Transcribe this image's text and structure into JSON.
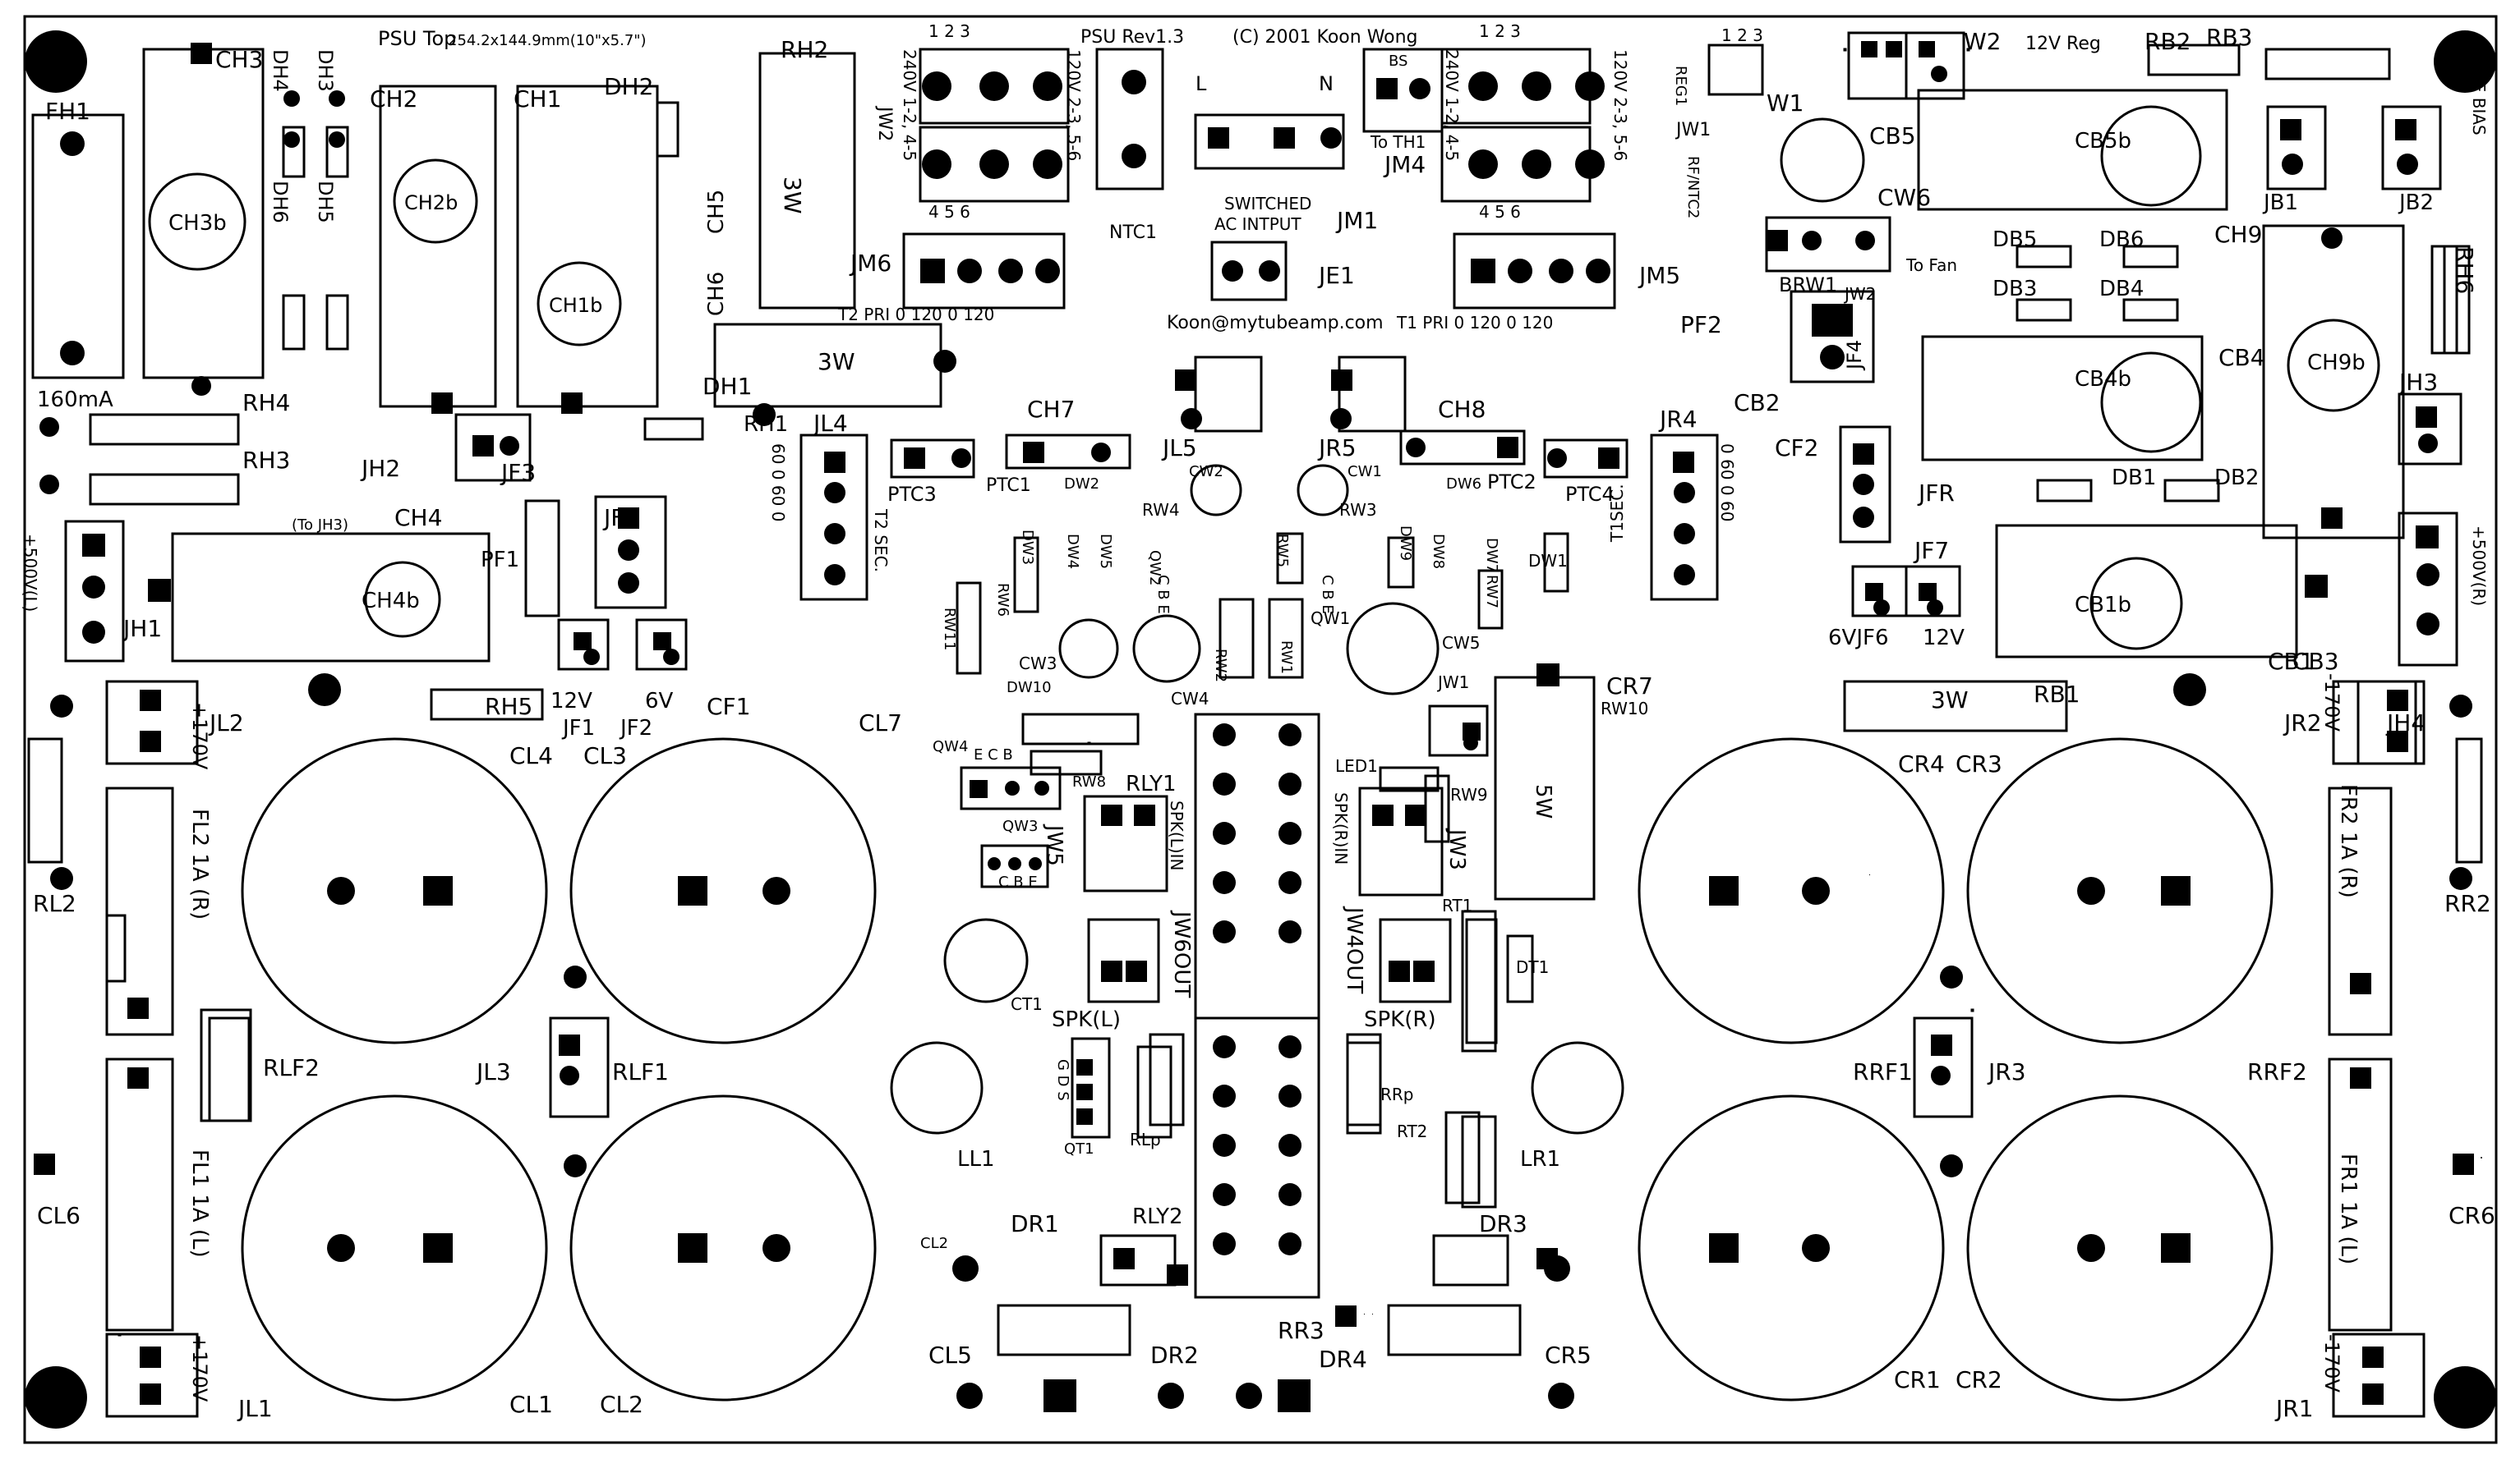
{
  "header": {
    "title": "PSU Top",
    "dimensions": "254.2x144.9mm(10\"x5.7\")",
    "revision": "PSU Rev1.3",
    "copyright": "(C) 2001 Koon Wong",
    "email": "Koon@mytubeamp.com"
  },
  "labels": [
    {
      "id": "fh1",
      "text": "FH1"
    },
    {
      "id": "fh1-rating",
      "text": "160mA"
    },
    {
      "id": "ch3",
      "text": "CH3"
    },
    {
      "id": "ch3b",
      "text": "CH3b"
    },
    {
      "id": "ch2",
      "text": "CH2"
    },
    {
      "id": "ch2b",
      "text": "CH2b"
    },
    {
      "id": "ch1",
      "text": "CH1"
    },
    {
      "id": "ch1b",
      "text": "CH1b"
    },
    {
      "id": "dh4",
      "text": "DH4"
    },
    {
      "id": "dh3",
      "text": "DH3"
    },
    {
      "id": "dh6",
      "text": "DH6"
    },
    {
      "id": "dh5",
      "text": "DH5"
    },
    {
      "id": "dh2",
      "text": "DH2"
    },
    {
      "id": "dh1",
      "text": "DH1"
    },
    {
      "id": "rh2",
      "text": "RH2"
    },
    {
      "id": "rh2-w",
      "text": "3W"
    },
    {
      "id": "ch5",
      "text": "CH5"
    },
    {
      "id": "ch6",
      "text": "CH6"
    },
    {
      "id": "rh4",
      "text": "RH4"
    },
    {
      "id": "rh3",
      "text": "RH3"
    },
    {
      "id": "rh1",
      "text": "RH1"
    },
    {
      "id": "rh5",
      "text": "RH5"
    },
    {
      "id": "jh2",
      "text": "JH2"
    },
    {
      "id": "jf3",
      "text": "JF3"
    },
    {
      "id": "jfl",
      "text": "JFL"
    },
    {
      "id": "to-jh3",
      "text": "(To JH3)"
    },
    {
      "id": "ch4-l",
      "text": "CH4"
    },
    {
      "id": "ch4b-l",
      "text": "CH4b"
    },
    {
      "id": "pf1",
      "text": "PF1"
    },
    {
      "id": "jh1",
      "text": "JH1"
    },
    {
      "id": "jh1-v",
      "text": "+500V(L)"
    },
    {
      "id": "jf1",
      "text": "JF1"
    },
    {
      "id": "jf2",
      "text": "JF2"
    },
    {
      "id": "v12-l",
      "text": "12V"
    },
    {
      "id": "v6-l",
      "text": "6V"
    },
    {
      "id": "cf1",
      "text": "CF1"
    },
    {
      "id": "cl7",
      "text": "CL7"
    },
    {
      "id": "jl4",
      "text": "JL4"
    },
    {
      "id": "t2sec",
      "text": "T2 SEC."
    },
    {
      "id": "ptc3",
      "text": "PTC3"
    },
    {
      "id": "ptc1",
      "text": "PTC1"
    },
    {
      "id": "jl2",
      "text": "JL2"
    },
    {
      "id": "jl2-v",
      "text": "+170V"
    },
    {
      "id": "cl4",
      "text": "CL4"
    },
    {
      "id": "cl3",
      "text": "CL3"
    },
    {
      "id": "rl2",
      "text": "RL2"
    },
    {
      "id": "fl2",
      "text": "FL2 1A (R)"
    },
    {
      "id": "rlf2",
      "text": "RLF2"
    },
    {
      "id": "jl3",
      "text": "JL3"
    },
    {
      "id": "rlf1",
      "text": "RLF1"
    },
    {
      "id": "cl6",
      "text": "CL6"
    },
    {
      "id": "fl1",
      "text": "FL1 1A (L)"
    },
    {
      "id": "jl1-v",
      "text": "+170V"
    },
    {
      "id": "jl1",
      "text": "JL1"
    },
    {
      "id": "cl1",
      "text": "CL1"
    },
    {
      "id": "cl2",
      "text": "CL2"
    },
    {
      "id": "jw2",
      "text": "JW2"
    },
    {
      "id": "jw2-240",
      "text": "240V 1-2, 4-5"
    },
    {
      "id": "jw2-120",
      "text": "120V 2-3, 5-6"
    },
    {
      "id": "jm6",
      "text": "JM6"
    },
    {
      "id": "t2pri",
      "text": "T2 PRI 0 120 0 120"
    },
    {
      "id": "ntc1",
      "text": "NTC1"
    },
    {
      "id": "l",
      "text": "L"
    },
    {
      "id": "n",
      "text": "N"
    },
    {
      "id": "bs",
      "text": "BS"
    },
    {
      "id": "switched",
      "text": "SWITCHED"
    },
    {
      "id": "acinput",
      "text": "AC INTPUT"
    },
    {
      "id": "jm1",
      "text": "JM1"
    },
    {
      "id": "je1",
      "text": "JE1"
    },
    {
      "id": "to-th1",
      "text": "To TH1"
    },
    {
      "id": "jm4",
      "text": "JM4"
    },
    {
      "id": "jw1",
      "text": "JW1"
    },
    {
      "id": "jm5",
      "text": "JM5"
    },
    {
      "id": "t1pri",
      "text": "T1 PRI 0 120 0 120"
    },
    {
      "id": "ch7",
      "text": "CH7"
    },
    {
      "id": "ch8",
      "text": "CH8"
    },
    {
      "id": "pf2",
      "text": "PF2"
    },
    {
      "id": "cb2",
      "text": "CB2"
    },
    {
      "id": "jl5",
      "text": "JL5"
    },
    {
      "id": "jr5",
      "text": "JR5"
    },
    {
      "id": "cw2",
      "text": "CW2"
    },
    {
      "id": "cw1",
      "text": "CW1"
    },
    {
      "id": "dw2",
      "text": "DW2"
    },
    {
      "id": "dw6",
      "text": "DW6"
    },
    {
      "id": "ptc2",
      "text": "PTC2"
    },
    {
      "id": "ptc4",
      "text": "PTC4"
    },
    {
      "id": "jr4",
      "text": "JR4"
    },
    {
      "id": "t1sec",
      "text": "T1SEC."
    },
    {
      "id": "rw4",
      "text": "RW4"
    },
    {
      "id": "rw3",
      "text": "RW3"
    },
    {
      "id": "qw2",
      "text": "QW2"
    },
    {
      "id": "qw1",
      "text": "QW1"
    },
    {
      "id": "rw5",
      "text": "RW5"
    },
    {
      "id": "rw1",
      "text": "RW1"
    },
    {
      "id": "rw2",
      "text": "RW2"
    },
    {
      "id": "rw6",
      "text": "RW6"
    },
    {
      "id": "rw7",
      "text": "RW7"
    },
    {
      "id": "rw11",
      "text": "RW11"
    },
    {
      "id": "dw1",
      "text": "DW1"
    },
    {
      "id": "cw3",
      "text": "CW3"
    },
    {
      "id": "cw4",
      "text": "CW4"
    },
    {
      "id": "cw5",
      "text": "CW5"
    },
    {
      "id": "dw10",
      "text": "DW10"
    },
    {
      "id": "qw4",
      "text": "QW4"
    },
    {
      "id": "rw8",
      "text": "RW8"
    },
    {
      "id": "rly1",
      "text": "RLY1"
    },
    {
      "id": "qw3",
      "text": "QW3"
    },
    {
      "id": "jw5",
      "text": "JW5"
    },
    {
      "id": "spk-l-in",
      "text": "SPK(L)IN"
    },
    {
      "id": "jw6out",
      "text": "JW6OUT"
    },
    {
      "id": "spk-r-in",
      "text": "SPK(R)IN"
    },
    {
      "id": "jw4out",
      "text": "JW4OUT"
    },
    {
      "id": "jw3",
      "text": "JW3"
    },
    {
      "id": "led1",
      "text": "LED1"
    },
    {
      "id": "jw1b",
      "text": "JW1"
    },
    {
      "id": "rw9",
      "text": "RW9"
    },
    {
      "id": "cr7",
      "text": "CR7"
    },
    {
      "id": "rw10",
      "text": "RW10"
    },
    {
      "id": "rw10-w",
      "text": "5W"
    },
    {
      "id": "ct1",
      "text": "CT1"
    },
    {
      "id": "spk-l",
      "text": "SPK(L)"
    },
    {
      "id": "spk-r",
      "text": "SPK(R)"
    },
    {
      "id": "rt1",
      "text": "RT1"
    },
    {
      "id": "dt1",
      "text": "DT1"
    },
    {
      "id": "ll1",
      "text": "LL1"
    },
    {
      "id": "qt1",
      "text": "QT1"
    },
    {
      "id": "rlp",
      "text": "RLp"
    },
    {
      "id": "rrp",
      "text": "RRp"
    },
    {
      "id": "rt2",
      "text": "RT2"
    },
    {
      "id": "lr1",
      "text": "LR1"
    },
    {
      "id": "rly2",
      "text": "RLY2"
    },
    {
      "id": "dr1",
      "text": "DR1"
    },
    {
      "id": "dr2",
      "text": "DR2"
    },
    {
      "id": "dr3",
      "text": "DR3"
    },
    {
      "id": "dr4",
      "text": "DR4"
    },
    {
      "id": "rr3",
      "text": "RR3"
    },
    {
      "id": "cl5",
      "text": "CL5"
    },
    {
      "id": "cr5",
      "text": "CR5"
    },
    {
      "id": "cl2b",
      "text": "CL2"
    },
    {
      "id": "gds",
      "text": "G D S"
    },
    {
      "id": "reg1",
      "text": "REG1"
    },
    {
      "id": "w2",
      "text": "W2"
    },
    {
      "id": "w1",
      "text": "W1"
    },
    {
      "id": "v12reg",
      "text": "12V Reg"
    },
    {
      "id": "rb2",
      "text": "RB2"
    },
    {
      "id": "rb3",
      "text": "RB3"
    },
    {
      "id": "bias",
      "text": "-VE BIAS"
    },
    {
      "id": "rfntc2",
      "text": "RF/NTC2"
    },
    {
      "id": "cb5",
      "text": "CB5"
    },
    {
      "id": "cb5b",
      "text": "CB5b"
    },
    {
      "id": "cw6",
      "text": "CW6"
    },
    {
      "id": "jb1",
      "text": "JB1"
    },
    {
      "id": "jb2",
      "text": "JB2"
    },
    {
      "id": "tofan",
      "text": "To Fan"
    },
    {
      "id": "db5",
      "text": "DB5"
    },
    {
      "id": "db6",
      "text": "DB6"
    },
    {
      "id": "db3",
      "text": "DB3"
    },
    {
      "id": "db4",
      "text": "DB4"
    },
    {
      "id": "db1",
      "text": "DB1"
    },
    {
      "id": "db2",
      "text": "DB2"
    },
    {
      "id": "ch9",
      "text": "CH9"
    },
    {
      "id": "ch9b",
      "text": "CH9b"
    },
    {
      "id": "rh6",
      "text": "RH6"
    },
    {
      "id": "jh3",
      "text": "JH3"
    },
    {
      "id": "brw1",
      "text": "BRW1"
    },
    {
      "id": "jw2b",
      "text": "JW2"
    },
    {
      "id": "jf4",
      "text": "JF4"
    },
    {
      "id": "cb4",
      "text": "CB4"
    },
    {
      "id": "cb4b",
      "text": "CB4b"
    },
    {
      "id": "cf2",
      "text": "CF2"
    },
    {
      "id": "jfr",
      "text": "JFR"
    },
    {
      "id": "jf7",
      "text": "JF7"
    },
    {
      "id": "v6-jf6",
      "text": "6VJF6"
    },
    {
      "id": "v12-r",
      "text": "12V"
    },
    {
      "id": "cb1",
      "text": "CB1"
    },
    {
      "id": "cb1b",
      "text": "CB1b"
    },
    {
      "id": "cb3",
      "text": "CB3"
    },
    {
      "id": "jh4",
      "text": "JH4"
    },
    {
      "id": "jh4-v",
      "text": "+500V(R)"
    },
    {
      "id": "rb1",
      "text": "RB1"
    },
    {
      "id": "rb1-w",
      "text": "3W"
    },
    {
      "id": "jr2",
      "text": "JR2"
    },
    {
      "id": "jr2-v",
      "text": "-170V"
    },
    {
      "id": "cr4",
      "text": "CR4"
    },
    {
      "id": "cr3",
      "text": "CR3"
    },
    {
      "id": "fr2",
      "text": "FR2 1A (R)"
    },
    {
      "id": "rr2",
      "text": "RR2"
    },
    {
      "id": "rrf1",
      "text": "RRF1"
    },
    {
      "id": "jr3",
      "text": "JR3"
    },
    {
      "id": "rrf2",
      "text": "RRF2"
    },
    {
      "id": "cr6",
      "text": "CR6"
    },
    {
      "id": "fr1",
      "text": "FR1 1A (L)"
    },
    {
      "id": "cr1",
      "text": "CR1"
    },
    {
      "id": "cr2",
      "text": "CR2"
    },
    {
      "id": "jr1",
      "text": "JR1"
    },
    {
      "id": "jr1-v",
      "text": "-170V"
    },
    {
      "id": "rh-w-jm6",
      "text": "3W"
    },
    {
      "id": "jw2-pins-top",
      "text": "1 2 3"
    },
    {
      "id": "jw2-pins-bot",
      "text": "4 5 6"
    },
    {
      "id": "jw1-pins-top",
      "text": "1 2 3"
    },
    {
      "id": "jw1-pins-bot",
      "text": "4 5 6"
    },
    {
      "id": "reg-pins",
      "text": "1 2 3"
    },
    {
      "id": "jl4-taps",
      "text": "60 0 60 0"
    },
    {
      "id": "jr4-taps",
      "text": "0 60 0 60"
    },
    {
      "id": "dw3",
      "text": "DW3"
    },
    {
      "id": "dw4",
      "text": "DW4"
    },
    {
      "id": "dw5",
      "text": "DW5"
    },
    {
      "id": "dw7",
      "text": "DW7"
    },
    {
      "id": "dw8",
      "text": "DW8"
    },
    {
      "id": "dw9",
      "text": "DW9"
    },
    {
      "id": "jw1-rjm",
      "text": "240V 1-2, 4-5"
    },
    {
      "id": "jw1-120",
      "text": "120V 2-3, 5-6"
    },
    {
      "id": "cbe1",
      "text": "C B E"
    },
    {
      "id": "cbe2",
      "text": "C B E"
    },
    {
      "id": "ecb",
      "text": "E C B"
    },
    {
      "id": "cbe3",
      "text": "C B E"
    }
  ]
}
